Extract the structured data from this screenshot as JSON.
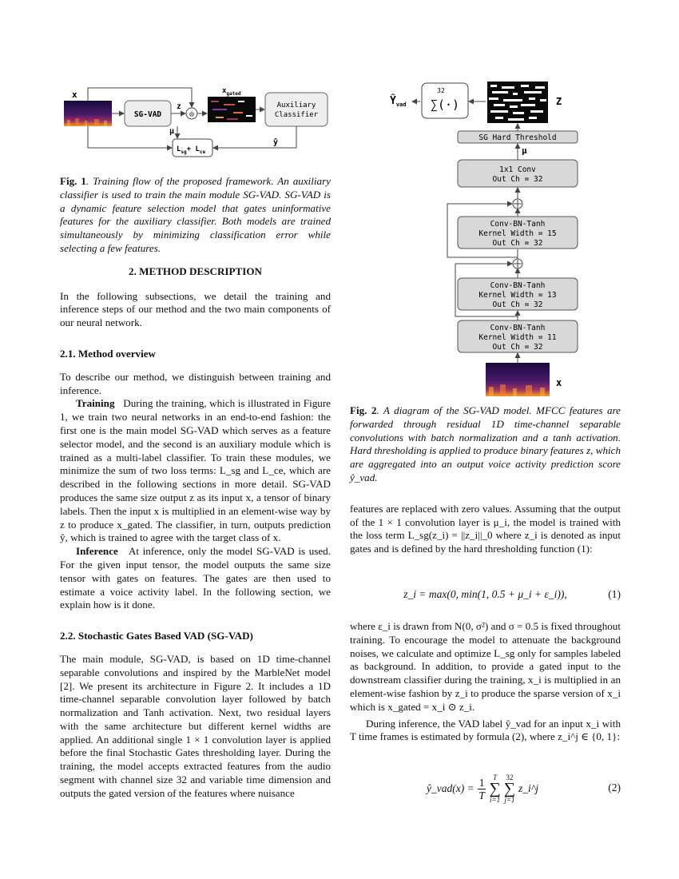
{
  "fig1": {
    "x_label": "x",
    "sgvad_label": "SG-VAD",
    "z_label": "z",
    "odot": "⊙",
    "xgated_base": "x",
    "xgated_sub": "gated",
    "aux_line1": "Auxiliary",
    "aux_line2": "Classifier",
    "mu_label": "μ",
    "loss_base1": "L",
    "loss_sub1": "sg",
    "loss_plus": "+ L",
    "loss_sub2": "ce",
    "yhat_label": "ŷ",
    "caption_num": "Fig. 1",
    "caption_text": ". Training flow of the proposed framework. An auxiliary classifier is used to train the main module SG-VAD. SG-VAD is a dynamic feature selection model that gates uninformative features for the auxiliary classifier. Both models are trained simultaneously by minimizing classification error while selecting a few features."
  },
  "section2": {
    "heading": "2. METHOD DESCRIPTION",
    "intro": "In the following subsections, we detail the training and inference steps of our method and the two main components of our neural network."
  },
  "sec21": {
    "heading": "2.1. Method overview",
    "p1": "To describe our method, we distinguish between training and inference.",
    "training_label": "Training",
    "training_text": "During the training, which is illustrated in Figure 1, we train two neural networks in an end-to-end fashion: the first one is the main model SG-VAD which serves as a feature selector model, and the second is an auxiliary module which is trained as a multi-label classifier. To train these modules, we minimize the sum of two loss terms: L_sg and L_ce, which are described in the following sections in more detail. SG-VAD produces the same size output z as its input x, a tensor of binary labels. Then the input x is multiplied in an element-wise way by z to produce x_gated. The classifier, in turn, outputs prediction ŷ, which is trained to agree with the target class of x.",
    "inference_label": "Inference",
    "inference_text": "At inference, only the model SG-VAD is used. For the given input tensor, the model outputs the same size tensor with gates on features. The gates are then used to estimate a voice activity label. In the following section, we explain how is it done."
  },
  "sec22": {
    "heading": "2.2. Stochastic Gates Based VAD (SG-VAD)",
    "p1": "The main module, SG-VAD, is based on 1D time-channel separable convolutions and inspired by the MarbleNet model [2]. We present its architecture in Figure 2. It includes a 1D time-channel separable convolution layer followed by batch normalization and Tanh activation. Next, two residual layers with the same architecture but different kernel widths are applied. An additional single 1 × 1 convolution layer is applied before the final Stochastic Gates thresholding layer. During the training, the model accepts extracted features from the audio segment with channel size 32 and variable time dimension and outputs the gated version of the features where nuisance"
  },
  "fig2": {
    "yvad_base": "Ŷ",
    "yvad_sub": "vad",
    "sum_top": "32",
    "sum_expr": "∑(·)",
    "z_label": "Z",
    "threshold": "SG Hard Threshold",
    "mu_label": "μ",
    "conv1x1_l1": "1x1 Conv",
    "conv1x1_l2": "Out Ch = 32",
    "block15_l1": "Conv-BN-Tanh",
    "block15_l2": "Kernel Width = 15",
    "block15_l3": "Out Ch = 32",
    "block13_l1": "Conv-BN-Tanh",
    "block13_l2": "Kernel Width = 13",
    "block13_l3": "Out Ch = 32",
    "block11_l1": "Conv-BN-Tanh",
    "block11_l2": "Kernel Width = 11",
    "block11_l3": "Out Ch = 32",
    "x_label": "x",
    "caption_num": "Fig. 2",
    "caption_text": ". A diagram of the SG-VAD model. MFCC features are forwarded through residual 1D time-channel separable convolutions with batch normalization and a tanh activation. Hard thresholding is applied to produce binary features z, which are aggregated into an output voice activity prediction score ŷ_vad."
  },
  "right_text": {
    "p1": "features are replaced with zero values. Assuming that the output of the 1 × 1 convolution layer is μ_i, the model is trained with the loss term L_sg(z_i) = ||z_i||_0 where z_i is denoted as input gates and is defined by the hard thresholding function (1):",
    "eq1": "z_i = max(0, min(1, 0.5 + μ_i + ε_i)),",
    "eq1_num": "(1)",
    "p2": "where ε_i is drawn from N(0, σ²) and σ = 0.5 is fixed throughout training. To encourage the model to attenuate the background noises, we calculate and optimize L_sg only for samples labeled as background. In addition, to provide a gated input to the downstream classifier during the training, x_i is multiplied in an element-wise fashion by z_i to produce the sparse version of x_i which is x_gated = x_i ⊙ z_i.",
    "p3": "During inference, the VAD label ŷ_vad for an input x_i with T time frames is estimated by formula (2), where z_i^j ∈ {0, 1}:",
    "eq2_lhs": "ŷ_vad(x) =",
    "eq2_frac_num": "1",
    "eq2_frac_den": "T",
    "eq2_sum1_top": "T",
    "eq2_sum1_bot": "i=1",
    "eq2_sum2_top": "32",
    "eq2_sum2_bot": "j=1",
    "eq2_term": "z_i^j",
    "eq2_num": "(2)"
  }
}
